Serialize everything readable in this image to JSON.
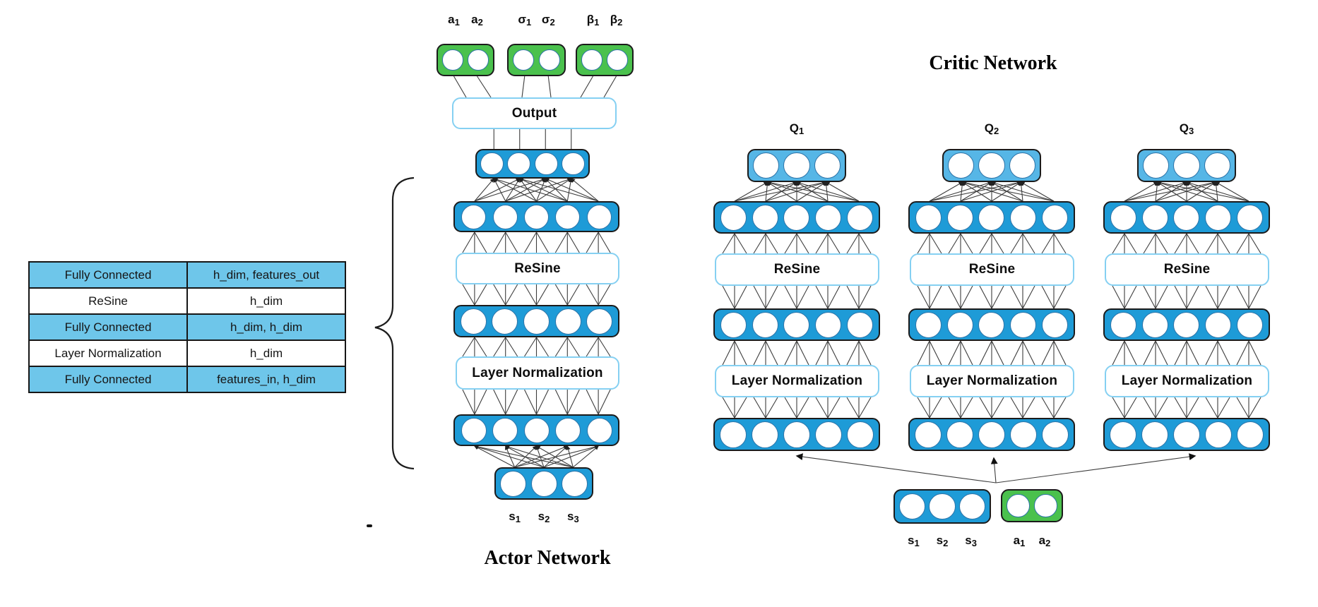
{
  "diagram": {
    "colors": {
      "node_layer_blue": "#1e9bd7",
      "q_output_blue": "#56b6e6",
      "table_row_blue": "#6ec6ea",
      "action_green": "#4ac14d",
      "op_box_border": "#85d0f2",
      "outline_black": "#1b1b1b",
      "wire_gray": "#3d3d3d"
    },
    "table": {
      "rows": [
        {
          "layer": "Fully Connected",
          "dims": "h_dim, features_out",
          "highlight": true
        },
        {
          "layer": "ReSine",
          "dims": "h_dim",
          "highlight": false
        },
        {
          "layer": "Fully Connected",
          "dims": "h_dim, h_dim",
          "highlight": true
        },
        {
          "layer": "Layer Normalization",
          "dims": "h_dim",
          "highlight": false
        },
        {
          "layer": "Fully Connected",
          "dims": "features_in, h_dim",
          "highlight": true
        }
      ]
    },
    "actor": {
      "title": "Actor Network",
      "action_labels": [
        "a1",
        "a2",
        "σ1",
        "σ2",
        "β1",
        "β2"
      ],
      "output_label": "Output",
      "resine_label": "ReSine",
      "layernorm_label": "Layer Normalization",
      "state_labels": [
        "s1",
        "s2",
        "s3"
      ],
      "hidden_layer_sizes": [
        4,
        5,
        5,
        5
      ],
      "input_size": 3,
      "output_group_size": 2
    },
    "critic": {
      "title": "Critic Network",
      "q_labels": [
        "Q1",
        "Q2",
        "Q3"
      ],
      "resine_label": "ReSine",
      "layernorm_label": "Layer Normalization",
      "state_labels": [
        "s1",
        "s2",
        "s3"
      ],
      "action_labels": [
        "a1",
        "a2"
      ],
      "q_output_size": 3,
      "hidden_layer_size": 5,
      "state_input_size": 3,
      "action_input_size": 2
    }
  }
}
